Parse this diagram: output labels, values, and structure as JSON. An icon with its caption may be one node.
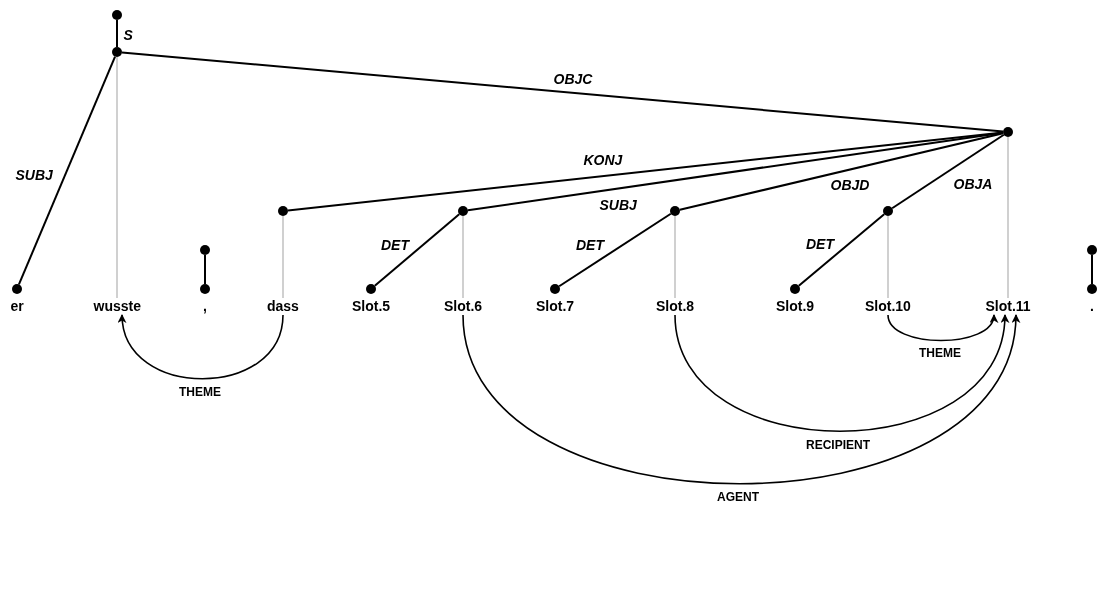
{
  "diagram": {
    "nodes": [
      {
        "text": [
          "er"
        ]
      },
      {
        "text": [
          "wusste"
        ]
      },
      {
        "text": [
          ","
        ]
      },
      {
        "text": [
          "dass"
        ]
      },
      {
        "text": [
          "Slot.5"
        ]
      },
      {
        "text": [
          "Slot.6"
        ]
      },
      {
        "text": [
          "Slot.7"
        ]
      },
      {
        "text": [
          "Slot.8"
        ]
      },
      {
        "text": [
          "Slot.9"
        ]
      },
      {
        "text": [
          "Slot.10"
        ]
      },
      {
        "text": [
          "Slot.11"
        ]
      },
      {
        "text": [
          "."
        ]
      },
      {
        "text": [],
        "shape": "circle"
      },
      {
        "text": [],
        "shape": "circle"
      },
      {
        "text": [],
        "shape": "circle"
      },
      {
        "text": [],
        "shape": "circle"
      },
      {
        "text": [],
        "shape": "circle"
      },
      {
        "text": [],
        "shape": "circle"
      },
      {
        "text": [],
        "shape": "circle"
      },
      {
        "text": [],
        "shape": "circle"
      },
      {
        "text": [],
        "shape": "circle"
      },
      {
        "text": [],
        "shape": "circle"
      },
      {
        "text": [],
        "shape": "circle"
      },
      {
        "text": [],
        "shape": "circle"
      },
      {
        "text": [],
        "shape": "circle"
      },
      {
        "text": [],
        "shape": "circle"
      },
      {
        "text": [],
        "shape": "circle"
      }
    ],
    "edges": [
      {
        "from": 12,
        "to": 13,
        "arrow": "none",
        "label": "S"
      },
      {
        "from": 13,
        "to": 21,
        "arrow": "none",
        "label": "SUBJ"
      },
      {
        "from": 13,
        "to": 14,
        "arrow": "none",
        "label": "OBJC"
      },
      {
        "from": 14,
        "to": 15,
        "arrow": "none",
        "label": "KONJ"
      },
      {
        "from": 14,
        "to": 16,
        "arrow": "none",
        "label": "SUBJ"
      },
      {
        "from": 14,
        "to": 17,
        "arrow": "none",
        "label": "OBJD"
      },
      {
        "from": 14,
        "to": 18,
        "arrow": "none",
        "label": "OBJA"
      },
      {
        "from": 16,
        "to": 23,
        "arrow": "none",
        "label": "DET"
      },
      {
        "from": 17,
        "to": 24,
        "arrow": "none",
        "label": "DET"
      },
      {
        "from": 18,
        "to": 25,
        "arrow": "none",
        "label": "DET"
      },
      {
        "from": 19,
        "to": 22,
        "arrow": "none"
      },
      {
        "from": 20,
        "to": 26,
        "arrow": "none"
      },
      {
        "from": 13,
        "to": 1,
        "arrow": "none",
        "color": "#c0c0c0"
      },
      {
        "from": 15,
        "to": 3,
        "arrow": "none",
        "color": "#c0c0c0"
      },
      {
        "from": 16,
        "to": 5,
        "arrow": "none",
        "color": "#c0c0c0"
      },
      {
        "from": 17,
        "to": 7,
        "arrow": "none",
        "color": "#c0c0c0"
      },
      {
        "from": 18,
        "to": 9,
        "arrow": "none",
        "color": "#c0c0c0"
      },
      {
        "from": 14,
        "to": 10,
        "arrow": "none",
        "color": "#c0c0c0"
      },
      {
        "from": 3,
        "to": 1,
        "arrow": "to",
        "label": "THEME"
      },
      {
        "from": 5,
        "to": 10,
        "arrow": "to",
        "label": "AGENT"
      },
      {
        "from": 9,
        "to": 10,
        "arrow": "to",
        "label": "THEME"
      },
      {
        "from": 7,
        "to": 10,
        "arrow": "to",
        "label": "RECIPIENT"
      }
    ]
  }
}
